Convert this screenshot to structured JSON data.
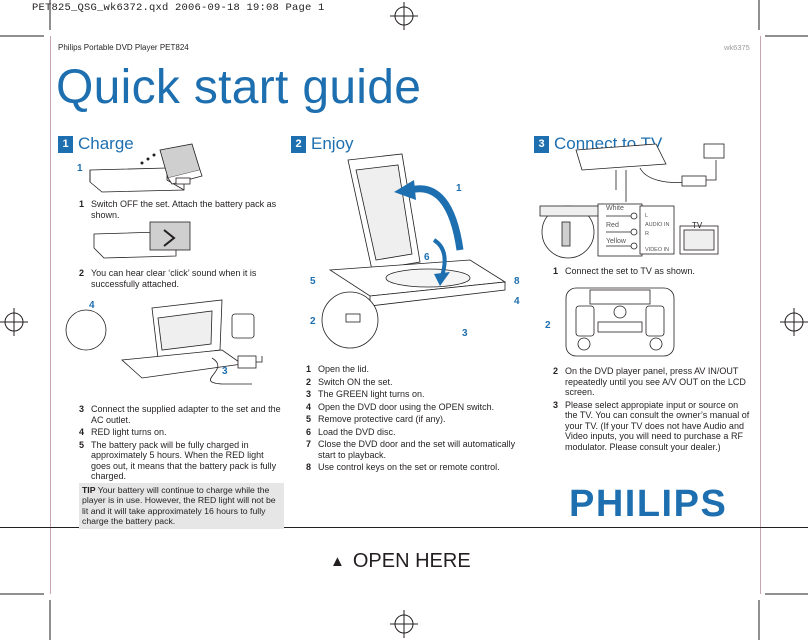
{
  "slug": "PET825_QSG_wk6372.qxd  2006-09-18  19:08  Page 1",
  "header": {
    "product": "Philips Portable DVD Player PET824",
    "code": "wk6375",
    "title": "Quick start guide"
  },
  "sections": {
    "charge": {
      "num": "1",
      "title": "Charge",
      "callouts": {
        "c1": "1",
        "c4": "4",
        "c3": "3"
      },
      "steps_a": [
        {
          "n": "1",
          "text": "Switch OFF the set. Attach the battery pack as shown."
        }
      ],
      "steps_b": [
        {
          "n": "2",
          "text": "You can hear clear ‘click’ sound when it is successfully attached."
        }
      ],
      "steps_c": [
        {
          "n": "3",
          "text": "Connect the supplied adapter to the set and the AC outlet."
        },
        {
          "n": "4",
          "text": "RED light turns on."
        },
        {
          "n": "5",
          "text": "The battery pack will be fully charged in approximately 5 hours. When the RED light goes out, it means that the battery pack is fully charged."
        }
      ],
      "tip_label": "TIP",
      "tip_text": " Your battery will continue to charge while the player is in use. However, the RED light will not be lit and it will take approximately 16 hours to fully charge the battery pack."
    },
    "enjoy": {
      "num": "2",
      "title": "Enjoy",
      "callouts": {
        "c1": "1",
        "c6": "6",
        "c5": "5",
        "c8": "8",
        "c4": "4",
        "c2": "2",
        "c3": "3"
      },
      "steps": [
        {
          "n": "1",
          "text": "Open the lid."
        },
        {
          "n": "2",
          "text": "Switch ON the set."
        },
        {
          "n": "3",
          "text": "The GREEN light turns on."
        },
        {
          "n": "4",
          "text": "Open the DVD door using the OPEN switch."
        },
        {
          "n": "5",
          "text": "Remove protective card (if any)."
        },
        {
          "n": "6",
          "text": "Load the DVD disc."
        },
        {
          "n": "7",
          "text": "Close the DVD door and the set will automatically start to playback."
        },
        {
          "n": "8",
          "text": "Use control keys on the set or remote control."
        }
      ]
    },
    "tv": {
      "num": "3",
      "title": "Connect to TV",
      "labels": {
        "white": "White",
        "red": "Red",
        "yellow": "Yellow",
        "l": "L",
        "audio_in": "AUDIO IN",
        "r": "R",
        "video_in": "VIDEO IN",
        "tv": "TV"
      },
      "callouts": {
        "c2": "2"
      },
      "steps_a": [
        {
          "n": "1",
          "text": "Connect the set to TV as shown."
        }
      ],
      "steps_b": [
        {
          "n": "2",
          "text": "On the DVD player panel, press AV IN/OUT repeatedly until you see A/V OUT on the LCD screen."
        },
        {
          "n": "3",
          "text": "Please select appropiate input or source on the TV. You can consult the owner’s manual of your TV. (If your TV does not have Audio and Video inputs, you will need to purchase a RF modulator. Please consult your dealer.)"
        }
      ]
    }
  },
  "brand": "PHILIPS",
  "open_here": "OPEN HERE",
  "colors": {
    "accent": "#1d6fb0",
    "text": "#231f20",
    "tip_bg": "#e6e6e6"
  }
}
